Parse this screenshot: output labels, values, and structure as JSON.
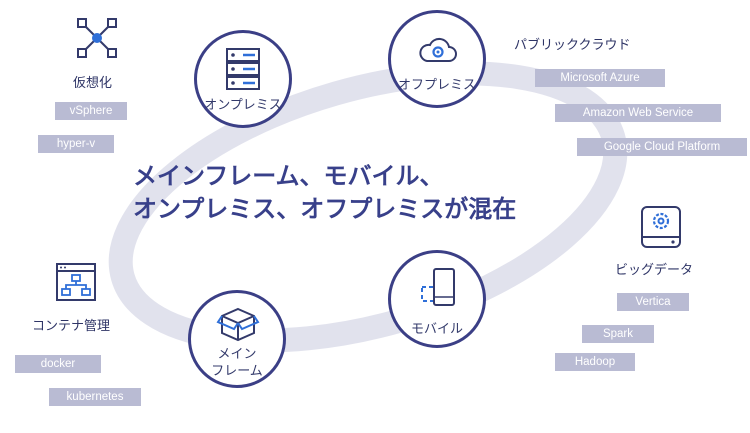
{
  "headline": "メインフレーム、モバイル、\nオンプレミス、オフプレミスが混在",
  "nodes": {
    "onpremise": "オンプレミス",
    "offpremise": "オフプレミス",
    "mobile": "モバイル",
    "mainframe": "メイン\nフレーム"
  },
  "categories": {
    "virtualization": {
      "title": "仮想化",
      "items": [
        "vSphere",
        "hyper-v"
      ]
    },
    "public_cloud": {
      "title": "パブリッククラウド",
      "items": [
        "Microsoft Azure",
        "Amazon Web Service",
        "Google Cloud Platform"
      ]
    },
    "bigdata": {
      "title": "ビッグデータ",
      "items": [
        "Vertica",
        "Spark",
        "Hadoop"
      ]
    },
    "container": {
      "title": "コンテナ管理",
      "items": [
        "docker",
        "kubernetes"
      ]
    }
  },
  "colors": {
    "ring": "#c9cade",
    "node_border": "#3b3f86",
    "headline": "#38408a",
    "chip": "#b9bbd3",
    "accent": "#2f6fd8"
  },
  "icons": [
    "network-icon",
    "server-rack-icon",
    "cloud-gear-icon",
    "database-gear-icon",
    "sitemap-window-icon",
    "mobile-device-icon",
    "box-icon"
  ]
}
